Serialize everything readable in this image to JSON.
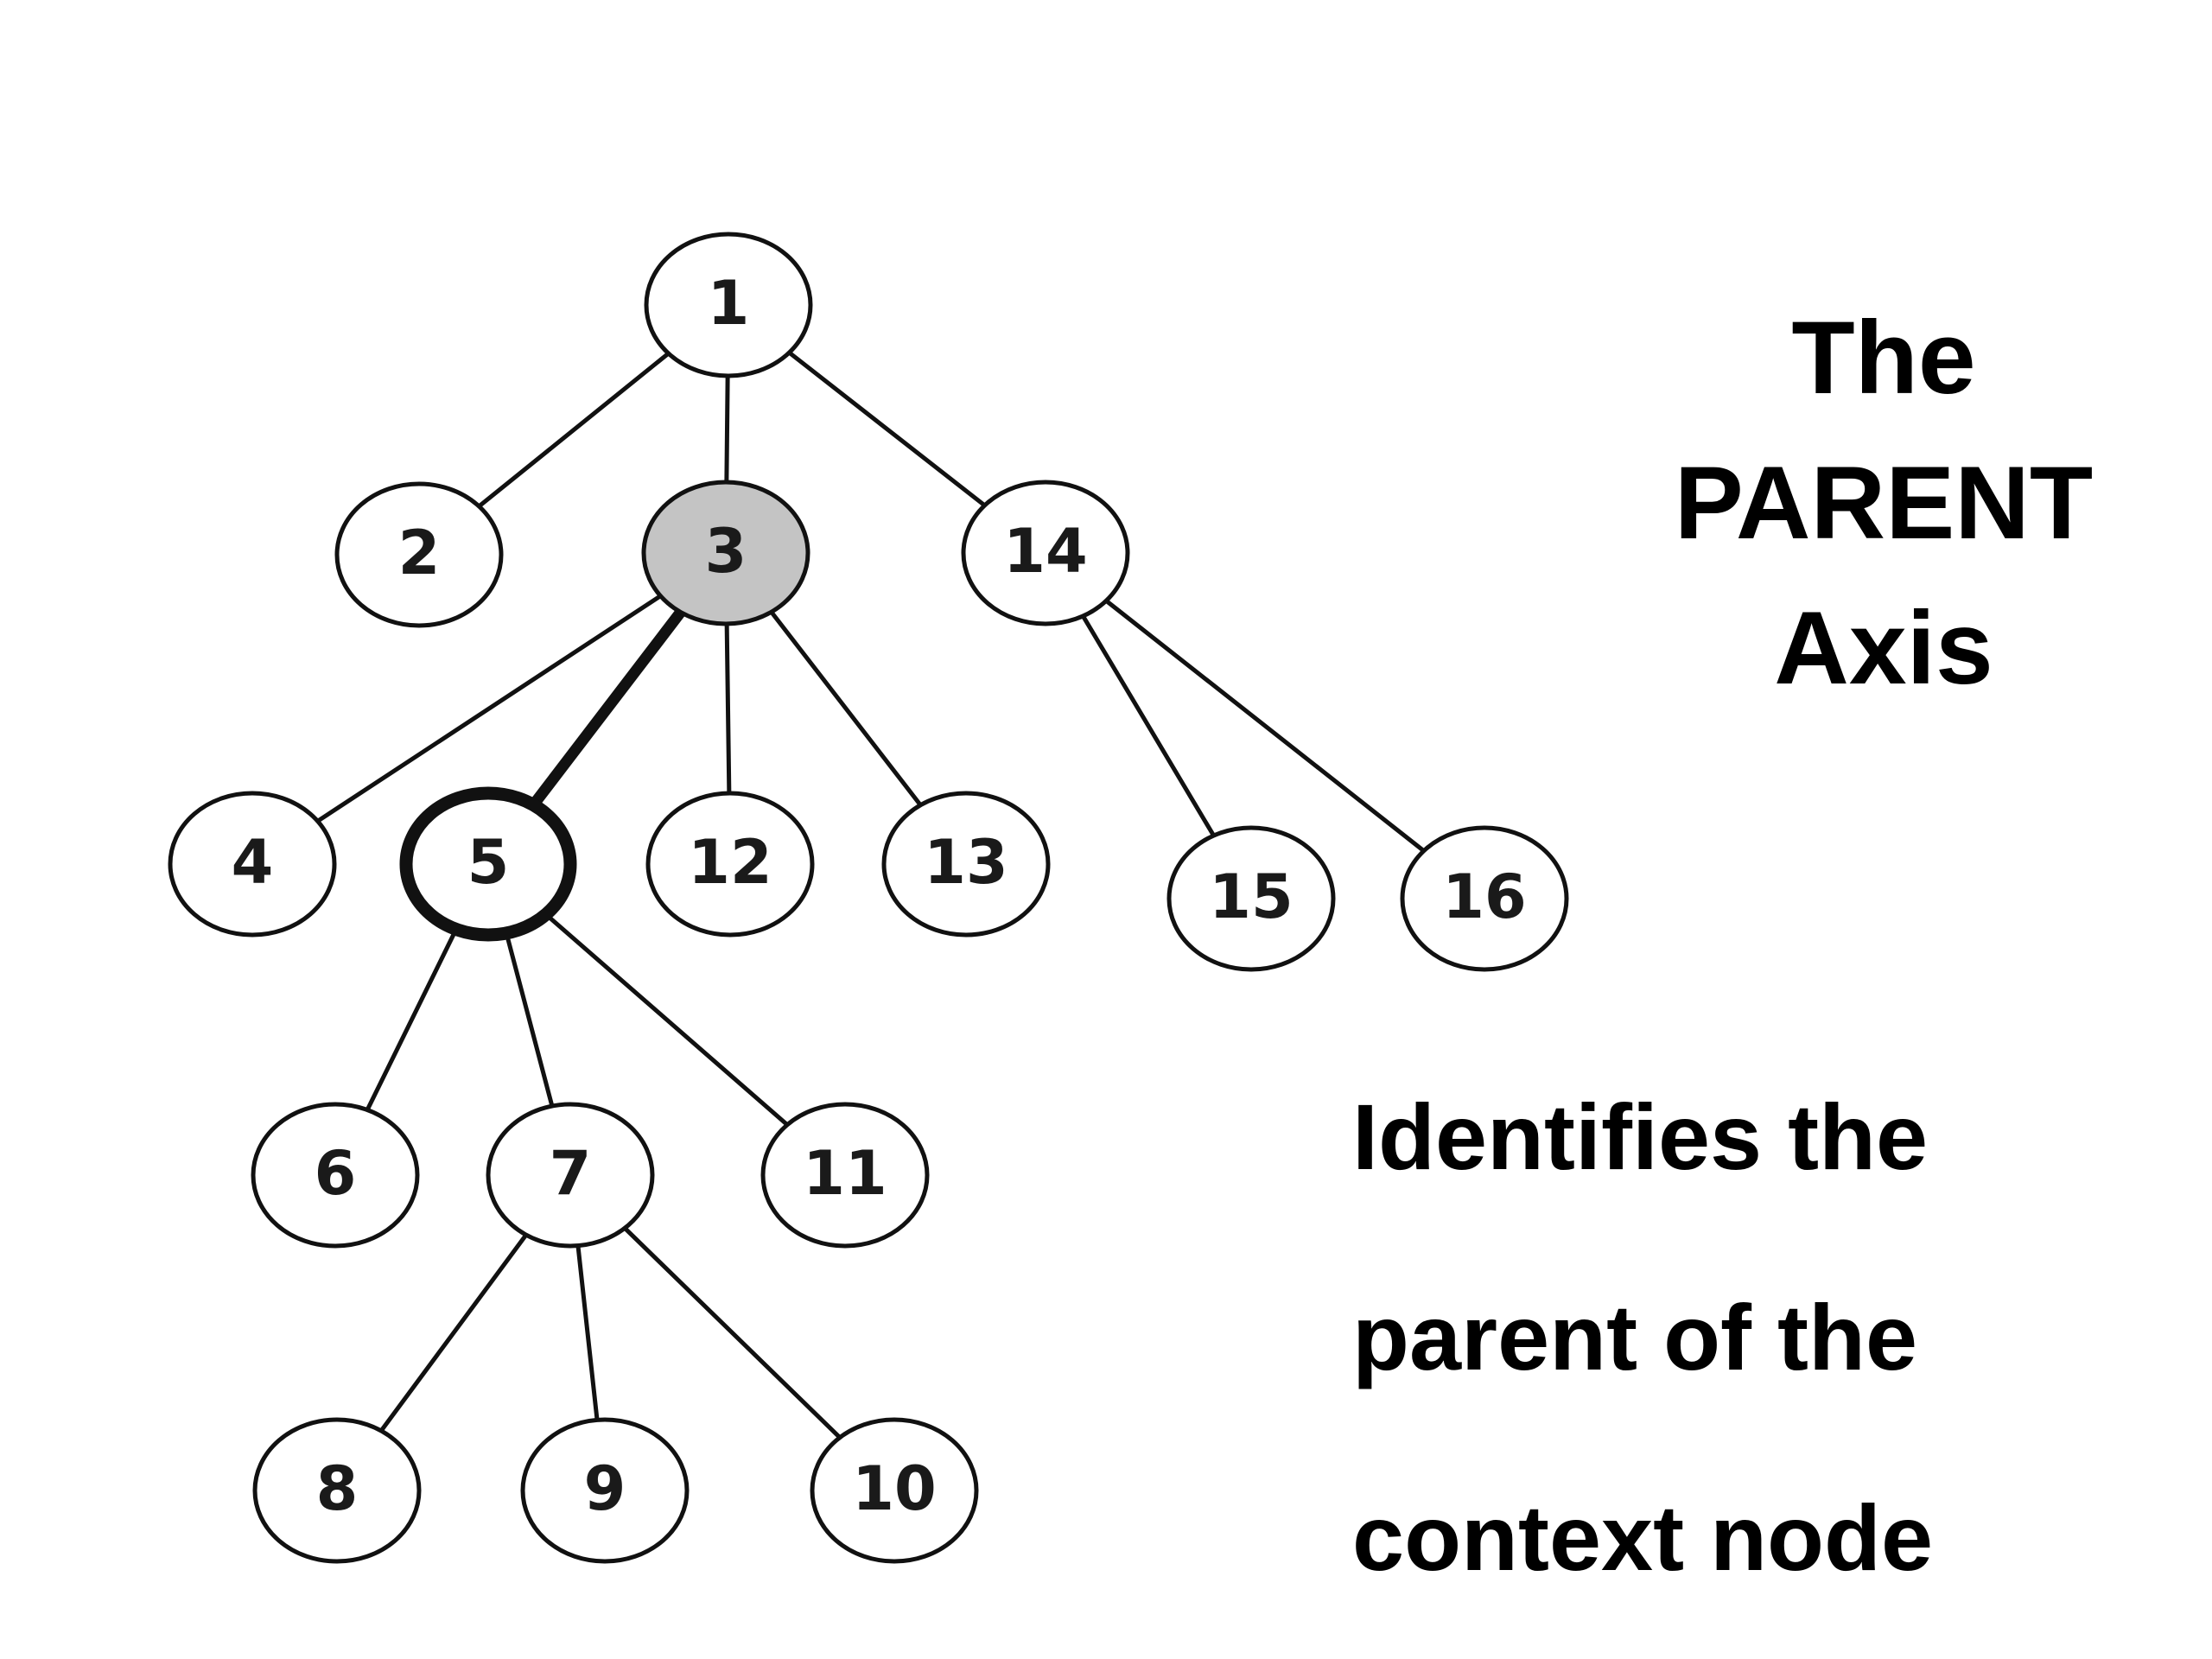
{
  "title": {
    "lines": [
      "The",
      "PARENT",
      "Axis"
    ]
  },
  "description": {
    "lines": [
      "Identifies the",
      "parent of the",
      "context node"
    ]
  },
  "colors": {
    "context_node_fill": "#c4c4c4",
    "node_fill": "#ffffff",
    "stroke": "#111111",
    "text": "#000000"
  },
  "tree": {
    "nodes": [
      {
        "id": "1",
        "label": "1",
        "role": "normal"
      },
      {
        "id": "2",
        "label": "2",
        "role": "normal"
      },
      {
        "id": "3",
        "label": "3",
        "role": "parent-highlighted"
      },
      {
        "id": "14",
        "label": "14",
        "role": "normal"
      },
      {
        "id": "4",
        "label": "4",
        "role": "normal"
      },
      {
        "id": "5",
        "label": "5",
        "role": "context-node"
      },
      {
        "id": "12",
        "label": "12",
        "role": "normal"
      },
      {
        "id": "13",
        "label": "13",
        "role": "normal"
      },
      {
        "id": "15",
        "label": "15",
        "role": "normal"
      },
      {
        "id": "16",
        "label": "16",
        "role": "normal"
      },
      {
        "id": "6",
        "label": "6",
        "role": "normal"
      },
      {
        "id": "7",
        "label": "7",
        "role": "normal"
      },
      {
        "id": "11",
        "label": "11",
        "role": "normal"
      },
      {
        "id": "8",
        "label": "8",
        "role": "normal"
      },
      {
        "id": "9",
        "label": "9",
        "role": "normal"
      },
      {
        "id": "10",
        "label": "10",
        "role": "normal"
      }
    ],
    "edges": [
      {
        "from": "1",
        "to": "2",
        "emphasis": false
      },
      {
        "from": "1",
        "to": "3",
        "emphasis": false
      },
      {
        "from": "1",
        "to": "14",
        "emphasis": false
      },
      {
        "from": "3",
        "to": "4",
        "emphasis": false
      },
      {
        "from": "3",
        "to": "5",
        "emphasis": true
      },
      {
        "from": "3",
        "to": "12",
        "emphasis": false
      },
      {
        "from": "3",
        "to": "13",
        "emphasis": false
      },
      {
        "from": "14",
        "to": "15",
        "emphasis": false
      },
      {
        "from": "14",
        "to": "16",
        "emphasis": false
      },
      {
        "from": "5",
        "to": "6",
        "emphasis": false
      },
      {
        "from": "5",
        "to": "7",
        "emphasis": false
      },
      {
        "from": "5",
        "to": "11",
        "emphasis": false
      },
      {
        "from": "7",
        "to": "8",
        "emphasis": false
      },
      {
        "from": "7",
        "to": "9",
        "emphasis": false
      },
      {
        "from": "7",
        "to": "10",
        "emphasis": false
      }
    ]
  }
}
